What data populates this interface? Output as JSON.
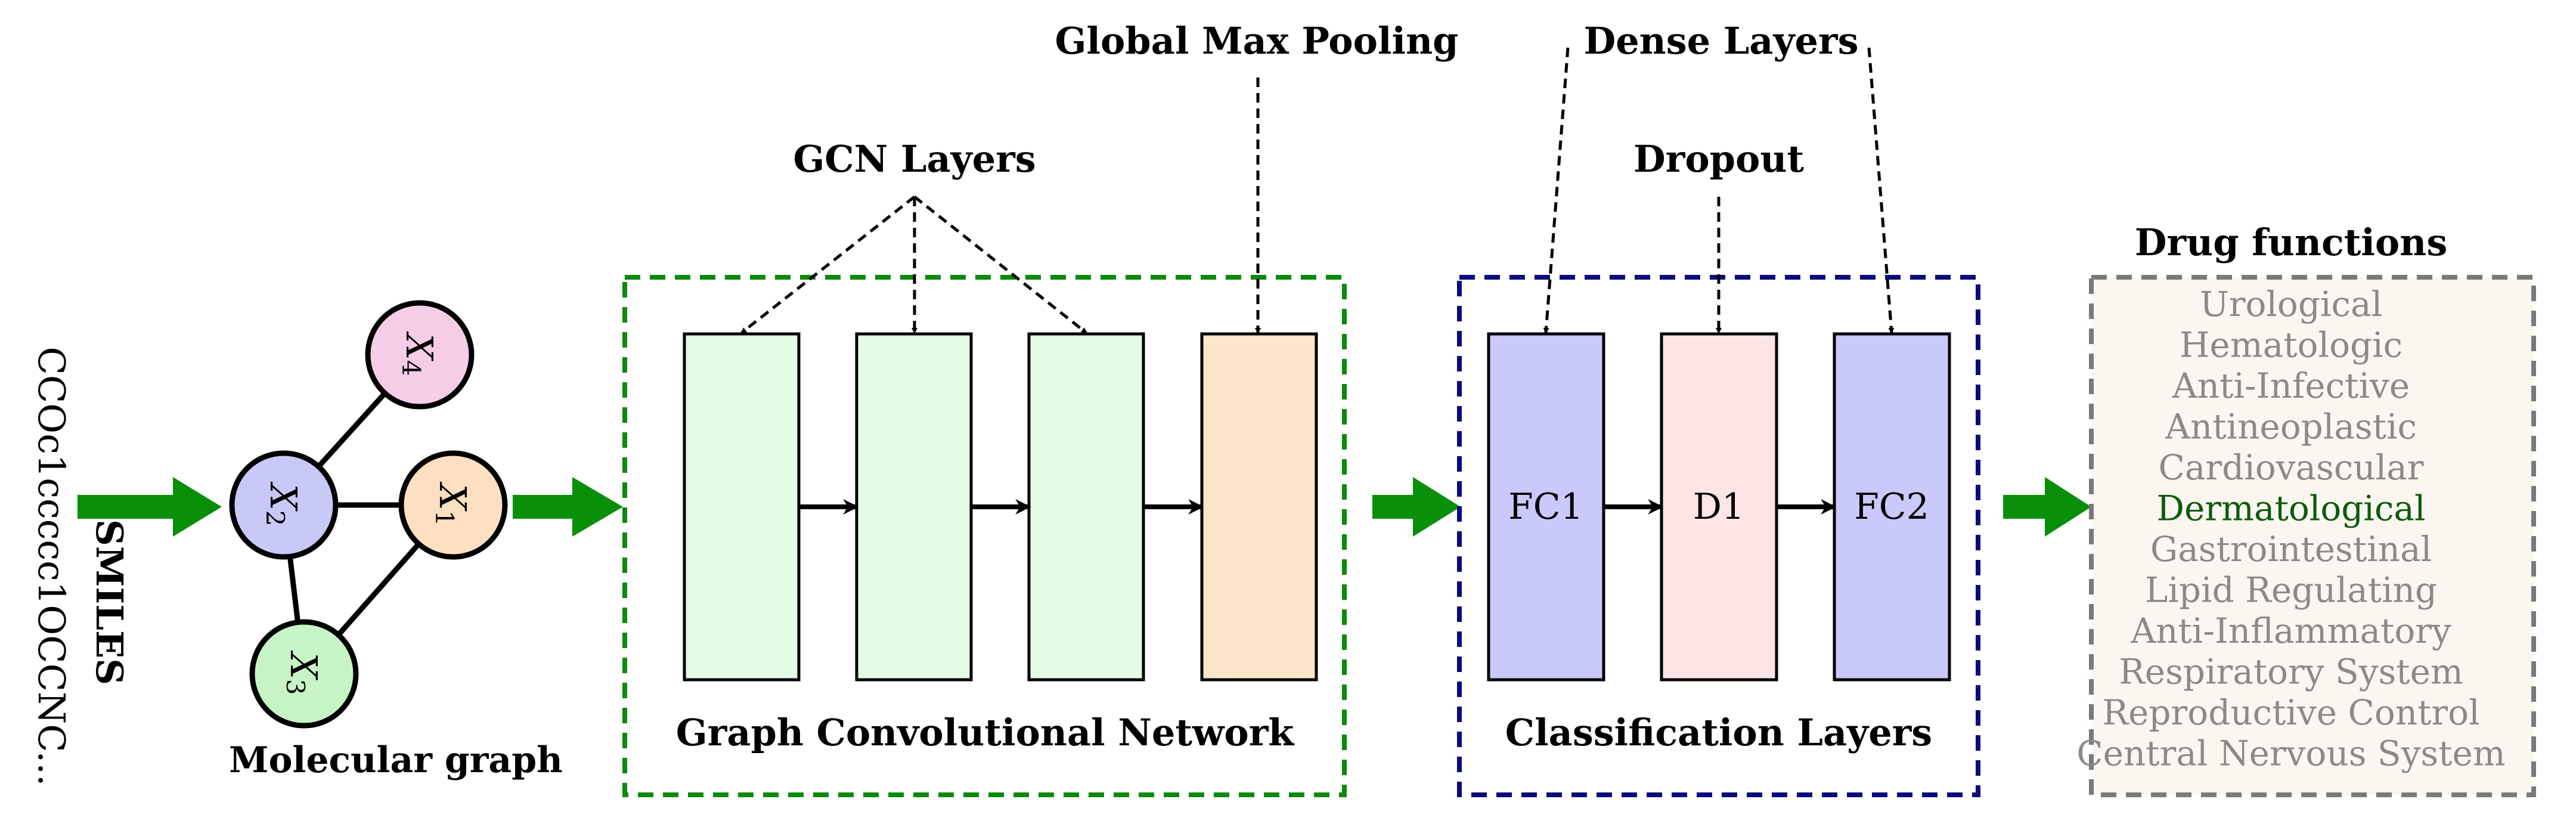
{
  "input": {
    "label_bold": "SMILES",
    "label_text": "CCOc1ccccc1OCCNC..."
  },
  "molecular_graph": {
    "caption": "Molecular graph",
    "nodes": [
      {
        "symbol": "X",
        "sub": "4",
        "color": "#f6cde6"
      },
      {
        "symbol": "X",
        "sub": "2",
        "color": "#c9c9f7"
      },
      {
        "symbol": "X",
        "sub": "1",
        "color": "#fde0c2"
      },
      {
        "symbol": "X",
        "sub": "3",
        "color": "#c6f4c6"
      }
    ]
  },
  "gcn": {
    "caption": "Graph Convolutional Network",
    "layers_label": "GCN Layers",
    "pooling_label": "Global Max Pooling",
    "border_color": "#0b8a0b",
    "layer_fill": "#e4fbe4",
    "pool_fill": "#fde5ca"
  },
  "classification": {
    "caption": "Classification Layers",
    "dense_label": "Dense Layers",
    "dropout_label": "Dropout",
    "border_color": "#0b0b7a",
    "layers": [
      {
        "label": "FC1",
        "fill": "#c9c9fb"
      },
      {
        "label": "D1",
        "fill": "#fde5e5"
      },
      {
        "label": "FC2",
        "fill": "#c9c9fb"
      }
    ]
  },
  "drug_functions": {
    "title": "Drug functions",
    "border_color": "#7a7a7a",
    "fill": "#fcf6f1",
    "text_color": "#8a8a8a",
    "highlight_color": "#0a5c0a",
    "highlight": "Dermatological",
    "items": [
      "Urological",
      "Hematologic",
      "Anti-Infective",
      "Antineoplastic",
      "Cardiovascular",
      "Dermatological",
      "Gastrointestinal",
      "Lipid Regulating",
      "Anti-Inflammatory",
      "Respiratory System",
      "Reproductive Control",
      "Central Nervous System"
    ]
  },
  "colors": {
    "flow_arrow": "#0a8f0a"
  }
}
